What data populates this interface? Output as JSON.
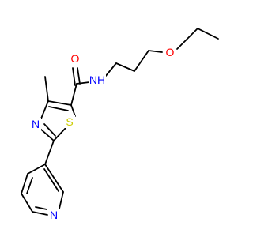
{
  "molecule": {
    "atoms": {
      "oxygen_carbonyl": {
        "label": "O",
        "color": "#ff0000"
      },
      "nitrogen_amide": {
        "label": "NH",
        "color": "#0000ff"
      },
      "oxygen_ether": {
        "label": "O",
        "color": "#ff0000"
      },
      "nitrogen_thiazole": {
        "label": "N",
        "color": "#0000ff"
      },
      "sulfur_thiazole": {
        "label": "S",
        "color": "#cccc00"
      },
      "nitrogen_pyridine": {
        "label": "N",
        "color": "#0000ff"
      }
    },
    "bond_color": "#000000"
  }
}
